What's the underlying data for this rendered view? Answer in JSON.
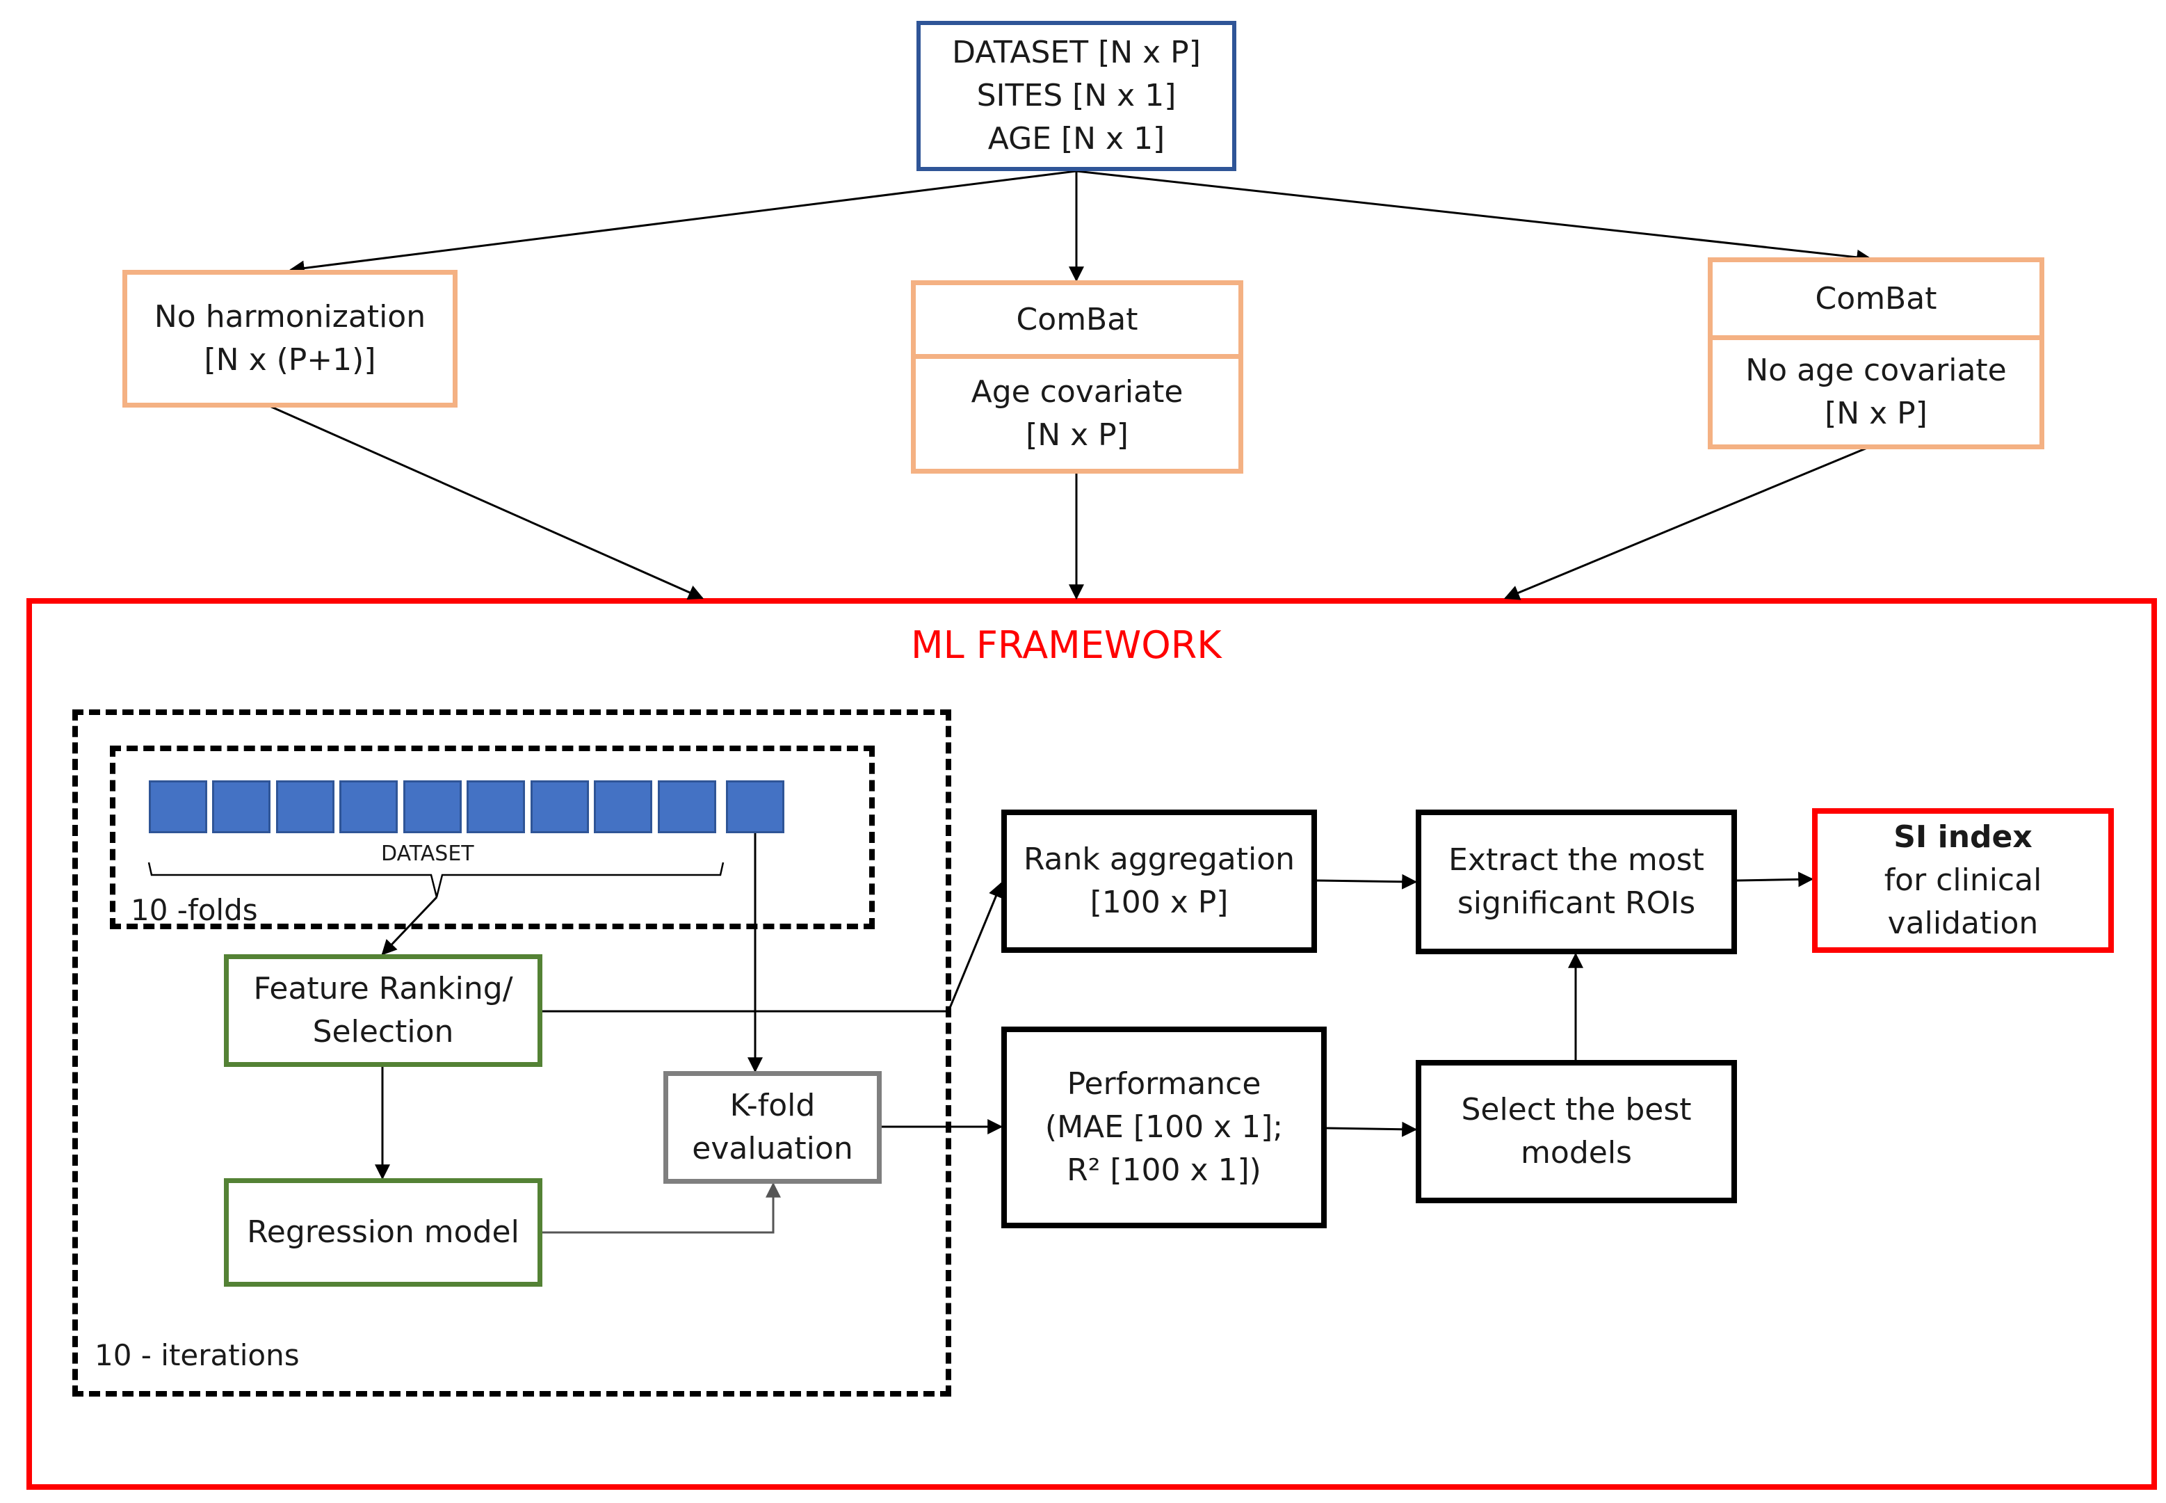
{
  "nodes": {
    "input": {
      "line1": "DATASET [N x P]",
      "line2": "SITES [N x 1]",
      "line3": "AGE [N x 1]"
    },
    "no_harmonization": {
      "line1": "No harmonization",
      "line2": "[N x (P+1)]"
    },
    "combat_age": {
      "header": "ComBat",
      "line1": "Age covariate",
      "line2": "[N x P]"
    },
    "combat_noage": {
      "header": "ComBat",
      "line1": "No age covariate",
      "line2": "[N x P]"
    },
    "feature_ranking": {
      "line1": "Feature Ranking/",
      "line2": "Selection"
    },
    "regression": {
      "line1": "Regression model"
    },
    "kfold": {
      "line1": "K-fold",
      "line2": "evaluation"
    },
    "rank_aggregation": {
      "line1": "Rank aggregation",
      "line2": "[100 x P]"
    },
    "performance": {
      "line1": "Performance",
      "line2": "(MAE [100 x 1];",
      "line3": "R² [100 x 1])"
    },
    "extract_rois": {
      "line1": "Extract the most",
      "line2": "significant ROIs"
    },
    "select_best": {
      "line1": "Select the best",
      "line2": "models"
    },
    "si_index": {
      "line1_bold": "SI index",
      "line2": "for clinical",
      "line3": "validation"
    }
  },
  "frames": {
    "ml_framework": "ML FRAMEWORK",
    "folds": "10 -folds",
    "iterations": "10 - iterations",
    "dataset_brace": "DATASET"
  },
  "fold_count": 10,
  "colors": {
    "input_border": "#2f5597",
    "harmonization_border": "#f4b183",
    "model_border": "#548235",
    "eval_border": "#7f7f7f",
    "framework": "#ff0000",
    "fold_fill": "#4472c4"
  }
}
